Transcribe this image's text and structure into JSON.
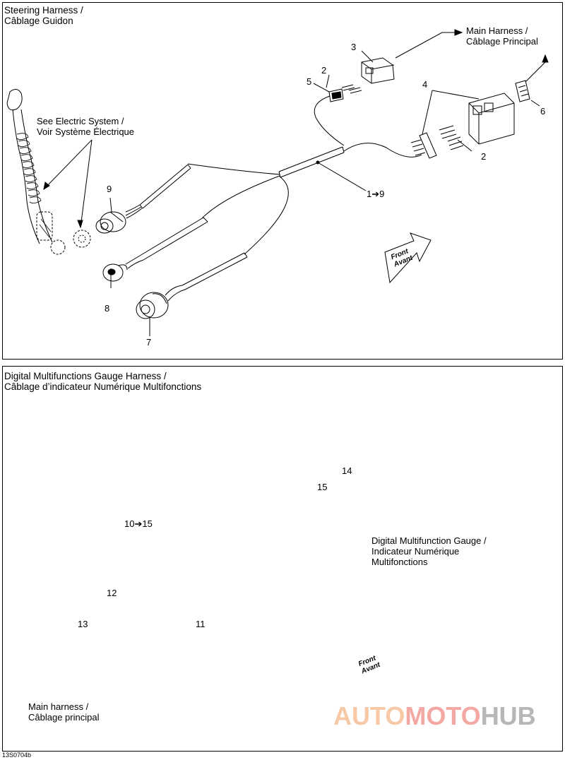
{
  "top_panel": {
    "title_line1": "Steering Harness /",
    "title_line2": "Câblage Guidon",
    "see_electric_line1": "See Electric System /",
    "see_electric_line2": "Voir Système Électrique",
    "main_harness_line1": "Main Harness  /",
    "main_harness_line2": "Câblage Principal",
    "front_line1": "Front",
    "front_line2": "Avant",
    "callouts": {
      "c1": "1➔9",
      "c2a": "2",
      "c2b": "2",
      "c3": "3",
      "c4": "4",
      "c5": "5",
      "c6": "6",
      "c7": "7",
      "c8": "8",
      "c9": "9"
    }
  },
  "bottom_panel": {
    "title_line1": "Digital Multifunctions Gauge Harness /",
    "title_line2": "Câblage d’indicateur Numérique Multifonctions",
    "gauge_line1": "Digital Multifunction Gauge /",
    "gauge_line2": "Indicateur Numérique",
    "gauge_line3": "Multifonctions",
    "main_harness_line1": "Main harness /",
    "main_harness_line2": "Câblage principal",
    "front_line1": "Front",
    "front_line2": "Avant",
    "callouts": {
      "c10": "10➔15",
      "c11": "11",
      "c12": "12",
      "c13": "13",
      "c14": "14",
      "c15": "15"
    }
  },
  "figure_code": "13S0704b",
  "watermark": {
    "part1": "AUTO",
    "part2": "MOTO",
    "part3": "HUB",
    "colors": {
      "part1": "#f7c9a6",
      "part2": "#f4a8a3",
      "part3": "#b7b7b7",
      "logo": "#f3a29a"
    }
  }
}
